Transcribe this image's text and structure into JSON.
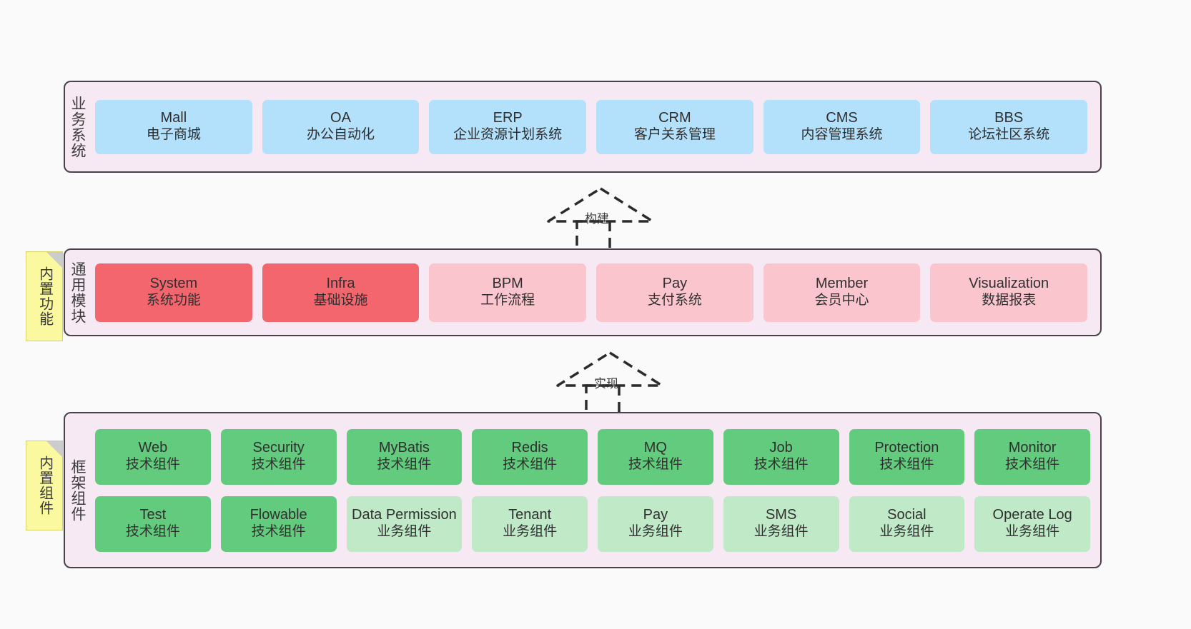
{
  "diagram": {
    "background": "#fafafa",
    "panel_bg": "#f7e9f4",
    "panel_border": "#4a424a"
  },
  "layers": [
    {
      "id": "business",
      "title": "业务系统",
      "items": [
        {
          "title": "Mall",
          "sub": "电子商城",
          "color": "#b3e0fb"
        },
        {
          "title": "OA",
          "sub": "办公自动化",
          "color": "#b3e0fb"
        },
        {
          "title": "ERP",
          "sub": "企业资源计划系统",
          "color": "#b3e0fb"
        },
        {
          "title": "CRM",
          "sub": "客户关系管理",
          "color": "#b3e0fb"
        },
        {
          "title": "CMS",
          "sub": "内容管理系统",
          "color": "#b3e0fb"
        },
        {
          "title": "BBS",
          "sub": "论坛社区系统",
          "color": "#b3e0fb"
        }
      ]
    },
    {
      "id": "module",
      "title": "通用模块",
      "note": "内置功能",
      "items": [
        {
          "title": "System",
          "sub": "系统功能",
          "color": "#f4666e",
          "emphasis": "strong"
        },
        {
          "title": "Infra",
          "sub": "基础设施",
          "color": "#f4666e",
          "emphasis": "strong"
        },
        {
          "title": "BPM",
          "sub": "工作流程",
          "color": "#fbc5cd",
          "emphasis": "light"
        },
        {
          "title": "Pay",
          "sub": "支付系统",
          "color": "#fbc5cd",
          "emphasis": "light"
        },
        {
          "title": "Member",
          "sub": "会员中心",
          "color": "#fbc5cd",
          "emphasis": "light"
        },
        {
          "title": "Visualization",
          "sub": "数据报表",
          "color": "#fbc5cd",
          "emphasis": "light"
        }
      ]
    },
    {
      "id": "framework",
      "title": "框架组件",
      "note": "内置组件",
      "rows": [
        [
          {
            "title": "Web",
            "sub": "技术组件",
            "color": "#63cb7d",
            "kind": "tech"
          },
          {
            "title": "Security",
            "sub": "技术组件",
            "color": "#63cb7d",
            "kind": "tech"
          },
          {
            "title": "MyBatis",
            "sub": "技术组件",
            "color": "#63cb7d",
            "kind": "tech"
          },
          {
            "title": "Redis",
            "sub": "技术组件",
            "color": "#63cb7d",
            "kind": "tech"
          },
          {
            "title": "MQ",
            "sub": "技术组件",
            "color": "#63cb7d",
            "kind": "tech"
          },
          {
            "title": "Job",
            "sub": "技术组件",
            "color": "#63cb7d",
            "kind": "tech"
          },
          {
            "title": "Protection",
            "sub": "技术组件",
            "color": "#63cb7d",
            "kind": "tech"
          },
          {
            "title": "Monitor",
            "sub": "技术组件",
            "color": "#63cb7d",
            "kind": "tech"
          }
        ],
        [
          {
            "title": "Test",
            "sub": "技术组件",
            "color": "#63cb7d",
            "kind": "tech"
          },
          {
            "title": "Flowable",
            "sub": "技术组件",
            "color": "#63cb7d",
            "kind": "tech"
          },
          {
            "title": "Data Permission",
            "sub": "业务组件",
            "color": "#bfe9c7",
            "kind": "biz"
          },
          {
            "title": "Tenant",
            "sub": "业务组件",
            "color": "#bfe9c7",
            "kind": "biz"
          },
          {
            "title": "Pay",
            "sub": "业务组件",
            "color": "#bfe9c7",
            "kind": "biz"
          },
          {
            "title": "SMS",
            "sub": "业务组件",
            "color": "#bfe9c7",
            "kind": "biz"
          },
          {
            "title": "Social",
            "sub": "业务组件",
            "color": "#bfe9c7",
            "kind": "biz"
          },
          {
            "title": "Operate Log",
            "sub": "业务组件",
            "color": "#bfe9c7",
            "kind": "biz"
          }
        ]
      ]
    }
  ],
  "connectors": [
    {
      "id": "build",
      "label": "构建",
      "from": "module",
      "to": "business"
    },
    {
      "id": "realize",
      "label": "实现",
      "from": "framework",
      "to": "module"
    }
  ]
}
